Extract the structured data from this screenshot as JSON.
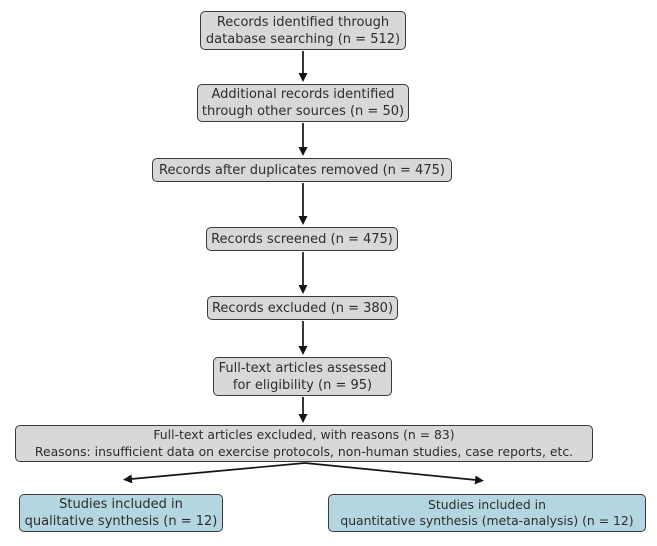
{
  "diagram": {
    "type": "flowchart",
    "style": "PRISMA-flow-diagram",
    "colors": {
      "background": "#ffffff",
      "gray_fill": "#d8d8d8",
      "blue_fill": "#b3d6e0",
      "border": "#3a3a3a",
      "text": "#2d2d2d",
      "arrow": "#141414"
    },
    "nodes": {
      "records_identified": {
        "line1": "Records identified through",
        "line2": "database searching (n = 512)",
        "n": 512,
        "fill": "gray"
      },
      "additional_records": {
        "line1": "Additional records identified",
        "line2": "through other sources (n = 50)",
        "n": 50,
        "fill": "gray"
      },
      "duplicates_removed": {
        "line1": "Records after duplicates removed (n = 475)",
        "n": 475,
        "fill": "gray"
      },
      "records_screened": {
        "line1": "Records screened (n = 475)",
        "n": 475,
        "fill": "gray"
      },
      "records_excluded": {
        "line1": "Records excluded (n = 380)",
        "n": 380,
        "fill": "gray"
      },
      "fulltext_assessed": {
        "line1": "Full-text articles assessed",
        "line2": "for eligibility (n = 95)",
        "n": 95,
        "fill": "gray"
      },
      "fulltext_excluded": {
        "line1": "Full-text articles excluded, with reasons (n = 83)",
        "line2": "Reasons: insufficient data on exercise protocols, non-human studies, case reports, etc.",
        "n": 83,
        "fill": "gray"
      },
      "qualitative_synthesis": {
        "line1": "Studies included in",
        "line2": "qualitative synthesis (n = 12)",
        "n": 12,
        "fill": "blue"
      },
      "quantitative_synthesis": {
        "line1": "Studies included in",
        "line2": "quantitative synthesis (meta-analysis) (n = 12)",
        "n": 12,
        "fill": "blue"
      }
    },
    "edges": [
      {
        "from": "records_identified",
        "to": "additional_records"
      },
      {
        "from": "additional_records",
        "to": "duplicates_removed"
      },
      {
        "from": "duplicates_removed",
        "to": "records_screened"
      },
      {
        "from": "records_screened",
        "to": "records_excluded"
      },
      {
        "from": "records_excluded",
        "to": "fulltext_assessed"
      },
      {
        "from": "fulltext_assessed",
        "to": "fulltext_excluded"
      },
      {
        "from": "fulltext_excluded",
        "to": "qualitative_synthesis"
      },
      {
        "from": "fulltext_excluded",
        "to": "quantitative_synthesis"
      }
    ]
  }
}
